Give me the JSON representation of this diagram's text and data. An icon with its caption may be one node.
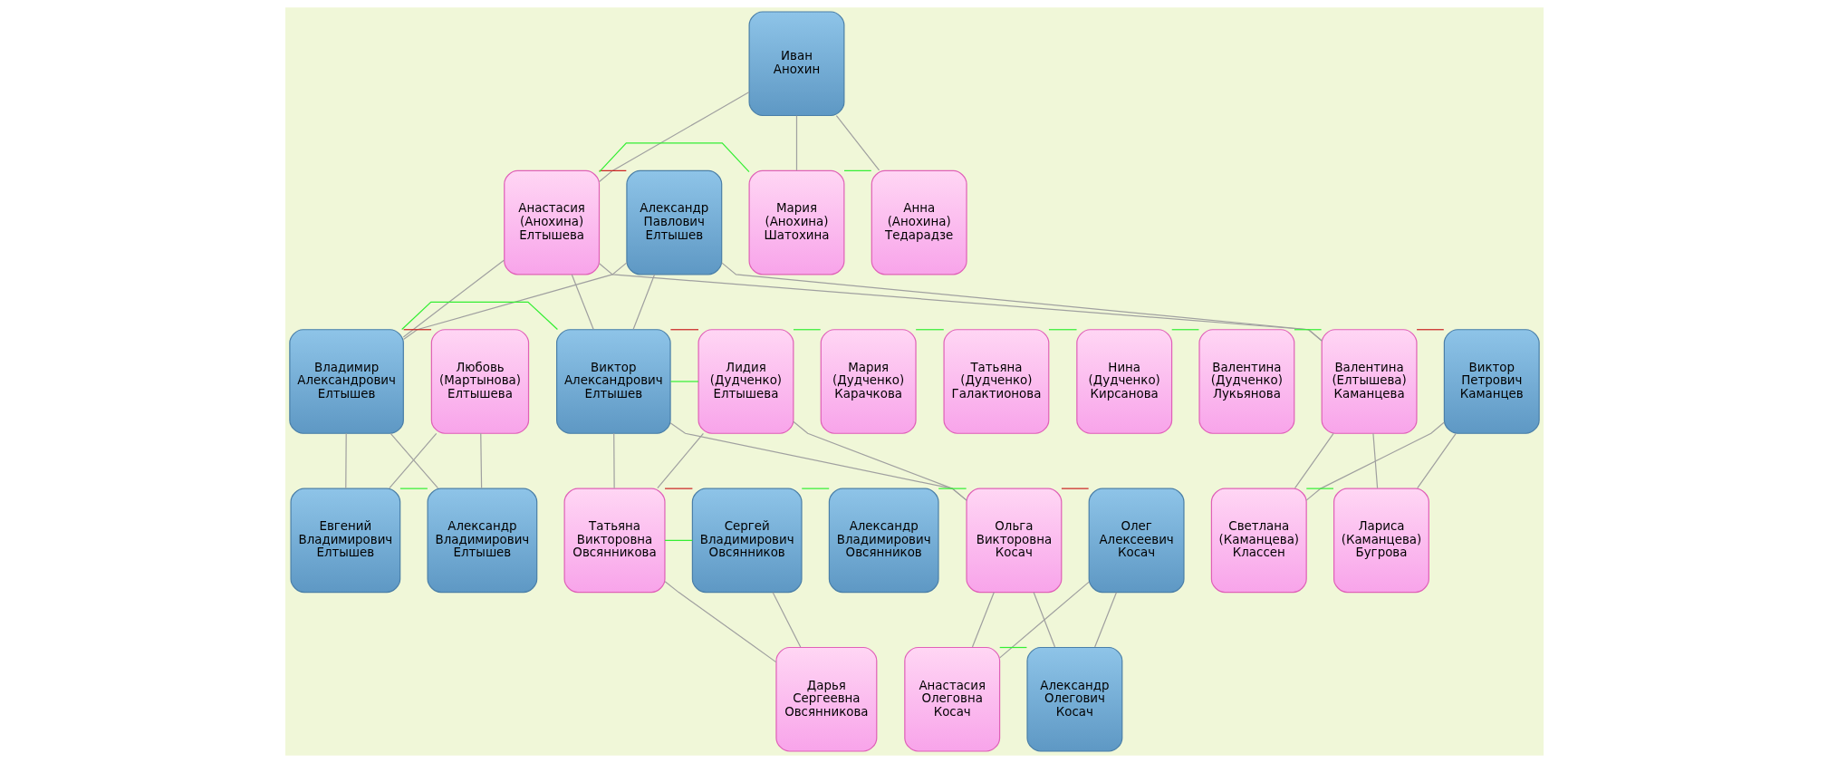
{
  "diagram": {
    "nodes": [
      {
        "text": [
          "Иван Анохин"
        ]
      },
      {
        "text": [
          "Анастасия (Анохина) Елтышева"
        ]
      },
      {
        "text": [
          "Александр Павлович Елтышев"
        ]
      },
      {
        "text": [
          "Мария (Анохина) Шатохина"
        ]
      },
      {
        "text": [
          "Анна (Анохина) Тедарадзе"
        ]
      },
      {
        "text": [
          "Владимир Александрович Елтышев"
        ]
      },
      {
        "text": [
          "Любовь (Мартынова) Елтышева"
        ]
      },
      {
        "text": [
          "Виктор Александрович Елтышев"
        ]
      },
      {
        "text": [
          "Лидия (Дудченко) Елтышева"
        ]
      },
      {
        "text": [
          "Мария (Дудченко) Карачкова"
        ]
      },
      {
        "text": [
          "Татьяна (Дудченко) Галактионова"
        ]
      },
      {
        "text": [
          "Нина (Дудченко) Кирсанова"
        ]
      },
      {
        "text": [
          "Валентина (Дудченко) Лукьянова"
        ]
      },
      {
        "text": [
          "Валентина (Елтышева) Каманцева"
        ]
      },
      {
        "text": [
          "Виктор Петрович Каманцев"
        ]
      },
      {
        "text": [
          "Евгений Владимирович Елтышев"
        ]
      },
      {
        "text": [
          "Александр Владимирович Елтышев"
        ]
      },
      {
        "text": [
          "Татьяна Викторовна Овсянникова"
        ]
      },
      {
        "text": [
          "Сергей Владимирович Овсянников"
        ]
      },
      {
        "text": [
          "Александр Владимирович Овсянников"
        ]
      },
      {
        "text": [
          "Ольга Викторовна Косач"
        ]
      },
      {
        "text": [
          "Олег Алексеевич Косач"
        ]
      },
      {
        "text": [
          "Светлана (Каманцева) Классен"
        ]
      },
      {
        "text": [
          "Лариса (Каманцева) Бугрова"
        ]
      },
      {
        "text": [
          "Дарья Сергеевна Овсянникова"
        ]
      },
      {
        "text": [
          "Анастасия Олеговна Косач"
        ]
      },
      {
        "text": [
          "Александр Олегович Косач"
        ]
      }
    ],
    "edges": [
      {
        "from": 0,
        "to": 1,
        "arrow": "none",
        "color": "#a0a0a0"
      },
      {
        "from": 0,
        "to": 3,
        "arrow": "none",
        "color": "#a0a0a0"
      },
      {
        "from": 0,
        "to": 4,
        "arrow": "none",
        "color": "#a0a0a0"
      },
      {
        "from": 1,
        "to": 3,
        "arrow": "none",
        "color": "#33ee33"
      },
      {
        "from": 3,
        "to": 4,
        "arrow": "none",
        "color": "#33ee33"
      },
      {
        "from": 1,
        "to": 2,
        "arrow": "none",
        "color": "#cc2222"
      },
      {
        "from": 1,
        "to": 5,
        "arrow": "none",
        "color": "#a0a0a0"
      },
      {
        "from": 1,
        "to": 7,
        "arrow": "none",
        "color": "#a0a0a0"
      },
      {
        "from": 1,
        "to": 13,
        "arrow": "none",
        "color": "#a0a0a0"
      },
      {
        "from": 2,
        "to": 5,
        "arrow": "none",
        "color": "#a0a0a0"
      },
      {
        "from": 2,
        "to": 7,
        "arrow": "none",
        "color": "#a0a0a0"
      },
      {
        "from": 2,
        "to": 13,
        "arrow": "none",
        "color": "#a0a0a0"
      },
      {
        "from": 5,
        "to": 7,
        "arrow": "none",
        "color": "#33ee33"
      },
      {
        "from": 7,
        "to": 8,
        "arrow": "none",
        "color": "#33ee33"
      },
      {
        "from": 8,
        "to": 9,
        "arrow": "none",
        "color": "#33ee33"
      },
      {
        "from": 9,
        "to": 10,
        "arrow": "none",
        "color": "#33ee33"
      },
      {
        "from": 10,
        "to": 11,
        "arrow": "none",
        "color": "#33ee33"
      },
      {
        "from": 11,
        "to": 12,
        "arrow": "none",
        "color": "#33ee33"
      },
      {
        "from": 12,
        "to": 13,
        "arrow": "none",
        "color": "#33ee33"
      },
      {
        "from": 5,
        "to": 6,
        "arrow": "none",
        "color": "#cc2222"
      },
      {
        "from": 7,
        "to": 8,
        "arrow": "none",
        "color": "#cc2222"
      },
      {
        "from": 13,
        "to": 14,
        "arrow": "none",
        "color": "#cc2222"
      },
      {
        "from": 5,
        "to": 15,
        "arrow": "none",
        "color": "#a0a0a0"
      },
      {
        "from": 5,
        "to": 16,
        "arrow": "none",
        "color": "#a0a0a0"
      },
      {
        "from": 6,
        "to": 15,
        "arrow": "none",
        "color": "#a0a0a0"
      },
      {
        "from": 6,
        "to": 16,
        "arrow": "none",
        "color": "#a0a0a0"
      },
      {
        "from": 15,
        "to": 16,
        "arrow": "none",
        "color": "#33ee33"
      },
      {
        "from": 7,
        "to": 17,
        "arrow": "none",
        "color": "#a0a0a0"
      },
      {
        "from": 7,
        "to": 20,
        "arrow": "none",
        "color": "#a0a0a0"
      },
      {
        "from": 8,
        "to": 17,
        "arrow": "none",
        "color": "#a0a0a0"
      },
      {
        "from": 8,
        "to": 20,
        "arrow": "none",
        "color": "#a0a0a0"
      },
      {
        "from": 17,
        "to": 18,
        "arrow": "none",
        "color": "#33ee33"
      },
      {
        "from": 18,
        "to": 19,
        "arrow": "none",
        "color": "#33ee33"
      },
      {
        "from": 19,
        "to": 20,
        "arrow": "none",
        "color": "#33ee33"
      },
      {
        "from": 13,
        "to": 22,
        "arrow": "none",
        "color": "#a0a0a0"
      },
      {
        "from": 13,
        "to": 23,
        "arrow": "none",
        "color": "#a0a0a0"
      },
      {
        "from": 14,
        "to": 22,
        "arrow": "none",
        "color": "#a0a0a0"
      },
      {
        "from": 14,
        "to": 23,
        "arrow": "none",
        "color": "#a0a0a0"
      },
      {
        "from": 22,
        "to": 23,
        "arrow": "none",
        "color": "#33ee33"
      },
      {
        "from": 17,
        "to": 18,
        "arrow": "none",
        "color": "#cc2222"
      },
      {
        "from": 20,
        "to": 21,
        "arrow": "none",
        "color": "#cc2222"
      },
      {
        "from": 17,
        "to": 24,
        "arrow": "none",
        "color": "#a0a0a0"
      },
      {
        "from": 18,
        "to": 24,
        "arrow": "none",
        "color": "#a0a0a0"
      },
      {
        "from": 20,
        "to": 25,
        "arrow": "none",
        "color": "#a0a0a0"
      },
      {
        "from": 20,
        "to": 26,
        "arrow": "none",
        "color": "#a0a0a0"
      },
      {
        "from": 21,
        "to": 25,
        "arrow": "none",
        "color": "#a0a0a0"
      },
      {
        "from": 21,
        "to": 26,
        "arrow": "none",
        "color": "#a0a0a0"
      },
      {
        "from": 25,
        "to": 26,
        "arrow": "none",
        "color": "#33ee33"
      }
    ]
  }
}
